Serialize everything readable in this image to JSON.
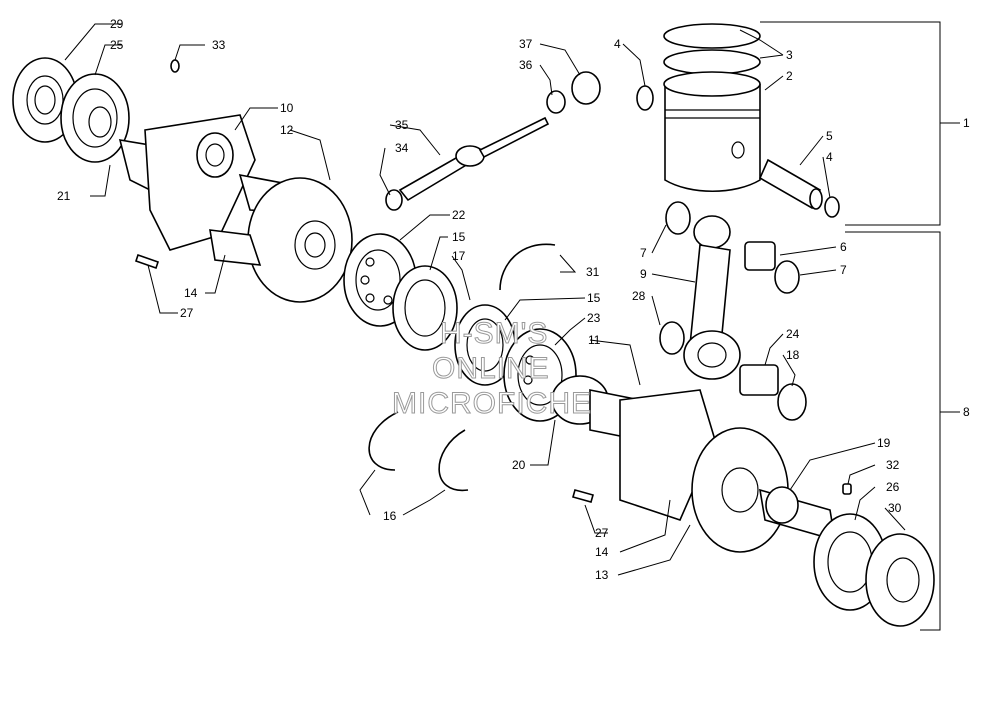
{
  "watermark": [
    "H-SM'S",
    "ONLINE",
    "MICROFICHE"
  ],
  "callouts": [
    "1",
    "2",
    "3",
    "4",
    "5",
    "4",
    "6",
    "7",
    "7",
    "8",
    "9",
    "10",
    "12",
    "11",
    "13",
    "14",
    "14",
    "15",
    "15",
    "16",
    "17",
    "18",
    "19",
    "20",
    "21",
    "22",
    "23",
    "24",
    "25",
    "26",
    "27",
    "27",
    "28",
    "29",
    "30",
    "31",
    "32",
    "33",
    "34",
    "35",
    "36",
    "37"
  ]
}
